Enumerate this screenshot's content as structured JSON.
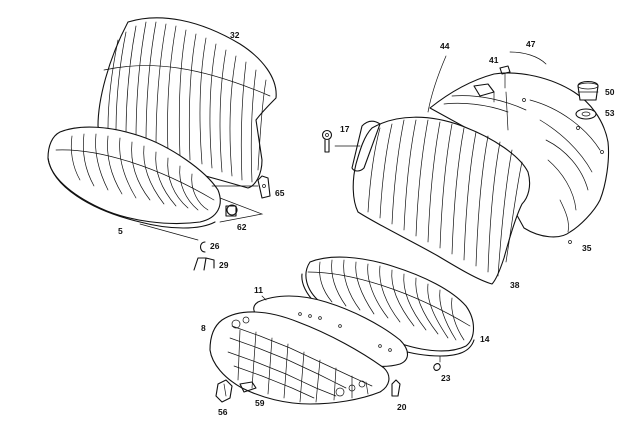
{
  "diagram": {
    "labels": {
      "l32": "32",
      "l44": "44",
      "l47": "47",
      "l41": "41",
      "l50": "50",
      "l53": "53",
      "l17": "17",
      "l65": "65",
      "l62": "62",
      "l5": "5",
      "l26": "26",
      "l29": "29",
      "l35": "35",
      "l38": "38",
      "l11": "11",
      "l8": "8",
      "l14": "14",
      "l23": "23",
      "l20": "20",
      "l56": "56",
      "l59": "59"
    }
  }
}
